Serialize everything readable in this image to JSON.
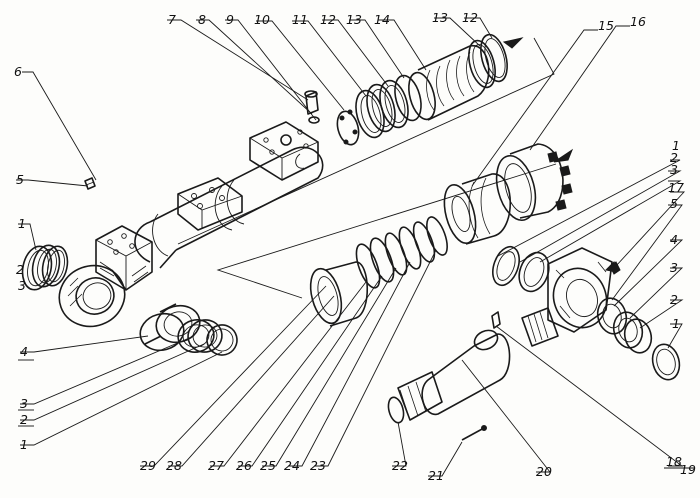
{
  "drawing": {
    "callouts": [
      {
        "id": "c1a",
        "text": "1"
      },
      {
        "id": "c2a",
        "text": "2"
      },
      {
        "id": "c3a",
        "text": "3"
      },
      {
        "id": "c4b",
        "text": "4"
      },
      {
        "id": "c3b",
        "text": "3"
      },
      {
        "id": "c2b",
        "text": "2"
      },
      {
        "id": "c1b",
        "text": "1"
      },
      {
        "id": "c5a",
        "text": "5"
      },
      {
        "id": "c6",
        "text": "6"
      },
      {
        "id": "c7",
        "text": "7"
      },
      {
        "id": "c8",
        "text": "8"
      },
      {
        "id": "c9",
        "text": "9"
      },
      {
        "id": "c10",
        "text": "10"
      },
      {
        "id": "c11",
        "text": "11"
      },
      {
        "id": "c12a",
        "text": "12"
      },
      {
        "id": "c13a",
        "text": "13"
      },
      {
        "id": "c14",
        "text": "14"
      },
      {
        "id": "c13b",
        "text": "13"
      },
      {
        "id": "c12b",
        "text": "12"
      },
      {
        "id": "c15",
        "text": "15"
      },
      {
        "id": "c16",
        "text": "16"
      },
      {
        "id": "c1c",
        "text": "1"
      },
      {
        "id": "c2c",
        "text": "2"
      },
      {
        "id": "c3c",
        "text": "3"
      },
      {
        "id": "c17",
        "text": "17"
      },
      {
        "id": "c5b",
        "text": "5"
      },
      {
        "id": "c4c",
        "text": "4"
      },
      {
        "id": "c3d",
        "text": "3"
      },
      {
        "id": "c2d",
        "text": "2"
      },
      {
        "id": "c1d",
        "text": "1"
      },
      {
        "id": "c29",
        "text": "29"
      },
      {
        "id": "c28",
        "text": "28"
      },
      {
        "id": "c27",
        "text": "27"
      },
      {
        "id": "c26",
        "text": "26"
      },
      {
        "id": "c25",
        "text": "25"
      },
      {
        "id": "c24",
        "text": "24"
      },
      {
        "id": "c23",
        "text": "23"
      },
      {
        "id": "c22",
        "text": "22"
      },
      {
        "id": "c21",
        "text": "21"
      },
      {
        "id": "c20",
        "text": "20"
      },
      {
        "id": "c18",
        "text": "18"
      },
      {
        "id": "c19",
        "text": "19"
      }
    ]
  }
}
